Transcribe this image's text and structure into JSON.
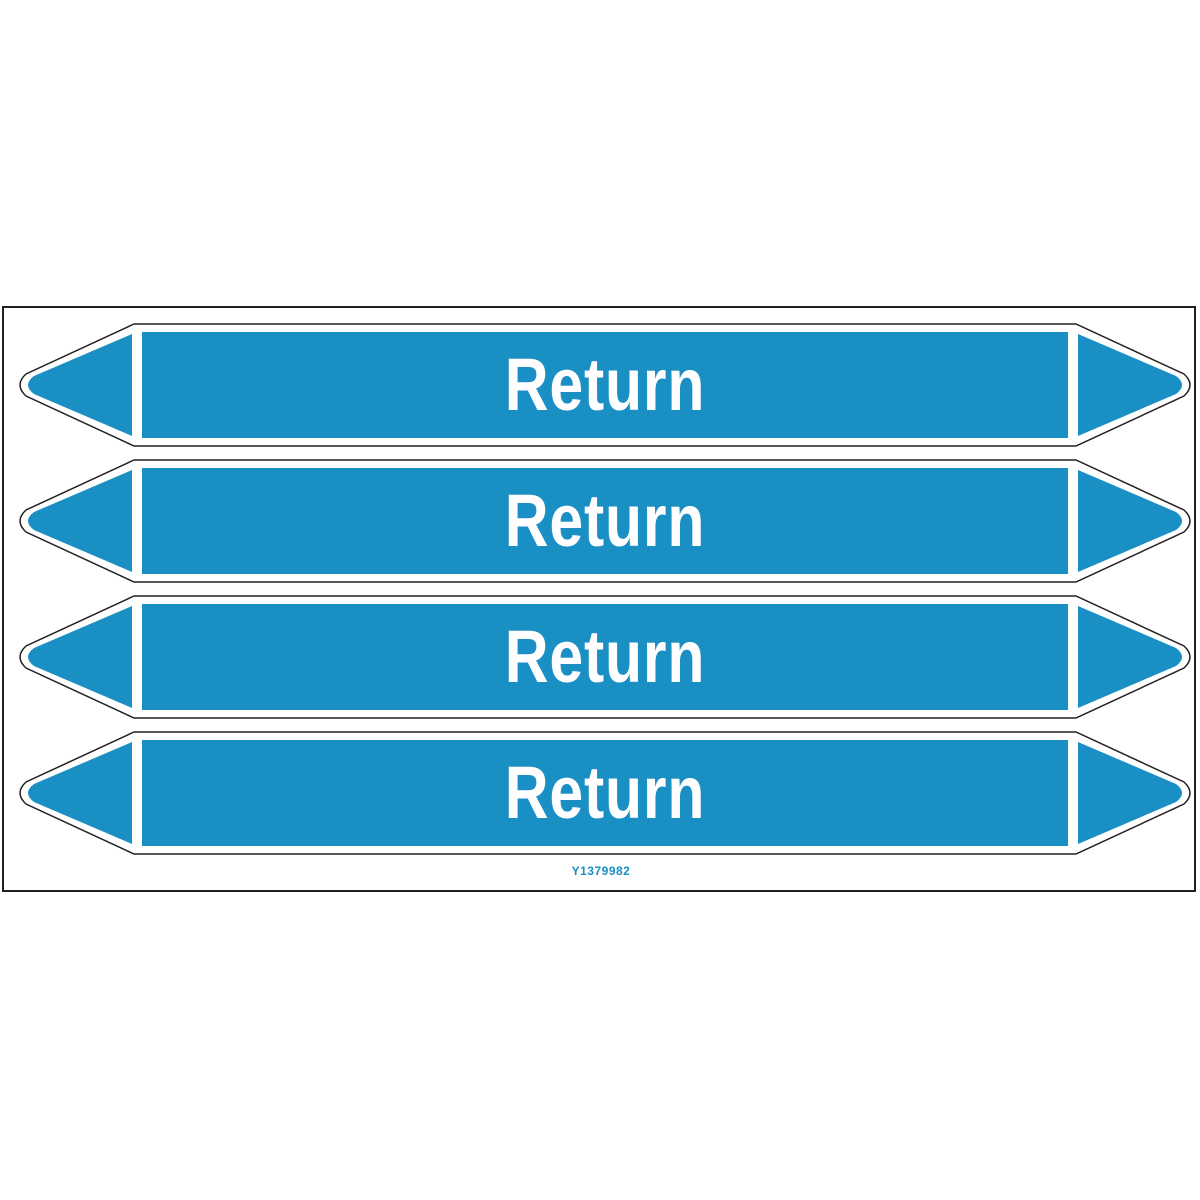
{
  "sheet": {
    "markers": [
      {
        "label": "Return"
      },
      {
        "label": "Return"
      },
      {
        "label": "Return"
      },
      {
        "label": "Return"
      }
    ],
    "article_code": "Y1379982"
  },
  "colors": {
    "marker_fill": "#1a8fc4",
    "marker_text": "#ffffff",
    "outline": "#231f20",
    "code_text": "#1a8fc4"
  }
}
